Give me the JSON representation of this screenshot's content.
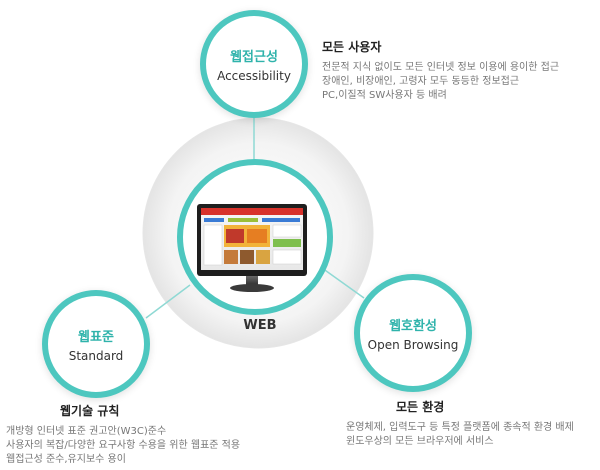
{
  "center": {
    "label": "WEB",
    "icon": "monitor-icon"
  },
  "nodes": {
    "accessibility": {
      "title_ko": "웹접근성",
      "title_en": "Accessibility",
      "heading": "모든 사용자",
      "lines": [
        "전문적 지식 없이도 모든 인터넷 정보 이용에 용이한 접근",
        "장애인, 비장애인, 고령자 모두 동등한 정보접근",
        "PC,이질적 SW사용자 등 배려"
      ]
    },
    "standard": {
      "title_ko": "웹표준",
      "title_en": "Standard",
      "heading": "웹기술 규칙",
      "lines": [
        "개방형 인터넷 표준 권고안(W3C)준수",
        "사용자의 복잡/다양한 요구사항 수용을 위한 웹표준 적용",
        "웹접근성 준수,유지보수 용이"
      ]
    },
    "open_browsing": {
      "title_ko": "웹호환성",
      "title_en": "Open Browsing",
      "heading": "모든 환경",
      "lines": [
        "운영체제, 입력도구 등 특정 플랫폼에 종속적 환경 배제",
        "윈도우상의 모든 브라우저에 서비스"
      ]
    }
  },
  "colors": {
    "accent": "#4dc7bf",
    "accent_text": "#2fb3ab",
    "connector": "#8fd9d4"
  }
}
